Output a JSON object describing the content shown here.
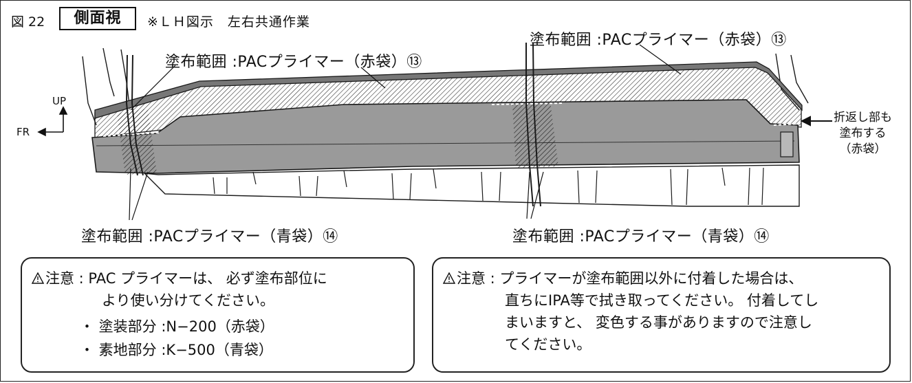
{
  "header": {
    "figure_number": "図 22",
    "view_name": "側面視",
    "view_note": "※ＬＨ図示　左右共通作業"
  },
  "orientation": {
    "up": "UP",
    "front": "FR"
  },
  "callouts": {
    "top_left": "塗布範囲 :PACプライマー（赤袋）⑬",
    "top_right": "塗布範囲 :PACプライマー（赤袋）⑬",
    "bottom_left": "塗布範囲 :PACプライマー（青袋）⑭",
    "bottom_right": "塗布範囲 :PACプライマー（青袋）⑭",
    "fold_note": [
      "折返し部も",
      "塗布する",
      "（赤袋）"
    ]
  },
  "caution_left": {
    "head": "注意 : PAC プライマーは、 必ず塗布部位に",
    "line2": "より使い分けてください。",
    "item1": "・ 塗装部分 :N−200（赤袋）",
    "item2": "・ 素地部分 :K−500（青袋）"
  },
  "caution_right": {
    "head": "注意 : プライマーが塗布範囲以外に付着した場合は、",
    "line2": "直ちにIPA等で拭き取ってください。 付着してし",
    "line3": "まいますと、 変色する事がありますので注意し",
    "line4": "てください。"
  },
  "colors": {
    "part_fill": "#9a9a9a",
    "line": "#1a1a1a",
    "hatch": "#333333"
  }
}
